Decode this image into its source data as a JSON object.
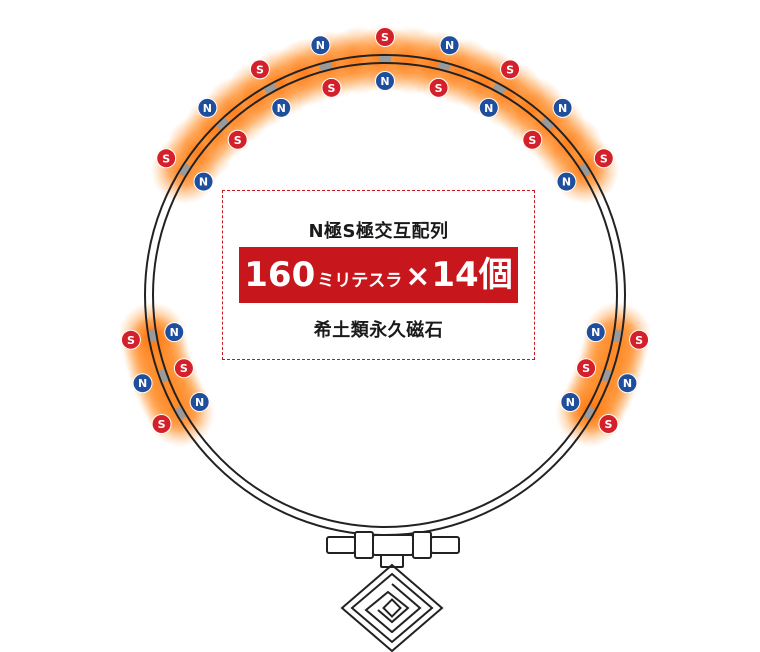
{
  "spec": {
    "heading": "N極S極交互配列",
    "strength_value": "160",
    "strength_unit": "ミリテスラ",
    "times_symbol": "×",
    "count": "14",
    "count_unit": "個",
    "material": "希土類永久磁石"
  },
  "poles": {
    "north": "N",
    "south": "S"
  },
  "colors": {
    "north": "#1f4e9c",
    "south": "#d4202a",
    "glow": "#ff7a1a",
    "accent": "#c8161d",
    "ring": "#222222"
  },
  "magnet_groups": [
    {
      "name": "top-arc",
      "pairs": [
        [
          "S",
          "N"
        ],
        [
          "N",
          "S"
        ],
        [
          "S",
          "N"
        ],
        [
          "N",
          "S"
        ],
        [
          "S",
          "N"
        ],
        [
          "N",
          "S"
        ],
        [
          "S",
          "N"
        ],
        [
          "N",
          "S"
        ],
        [
          "S",
          "N"
        ]
      ]
    },
    {
      "name": "left-arc",
      "pairs": [
        [
          "S",
          "N"
        ],
        [
          "N",
          "S"
        ],
        [
          "S",
          "N"
        ]
      ]
    },
    {
      "name": "right-arc",
      "pairs": [
        [
          "S",
          "N"
        ],
        [
          "N",
          "S"
        ],
        [
          "S",
          "N"
        ]
      ]
    }
  ]
}
